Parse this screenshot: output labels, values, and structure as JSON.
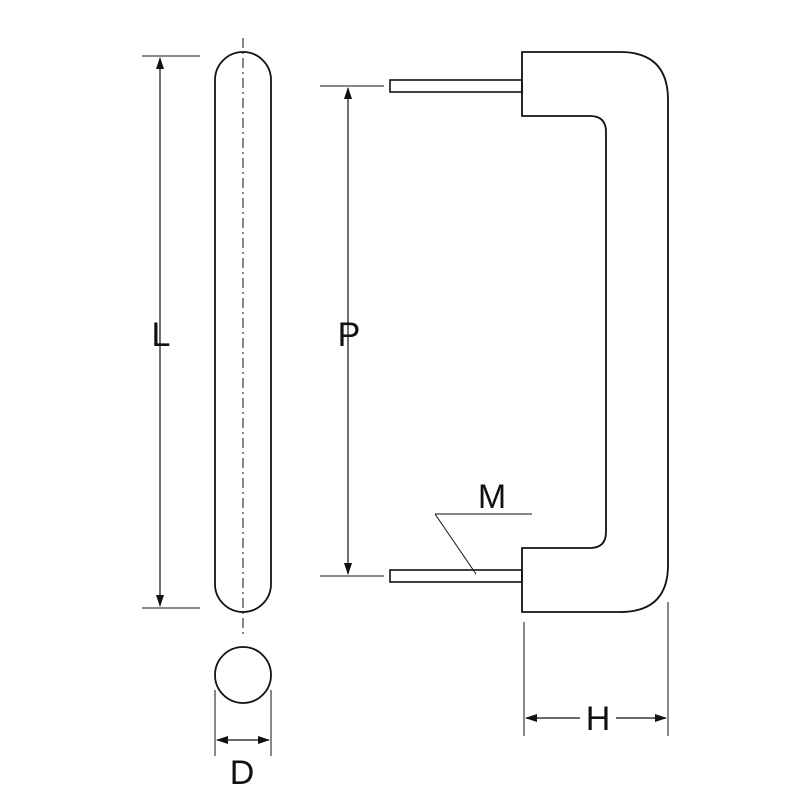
{
  "labels": {
    "length": "L",
    "pitch": "P",
    "thread": "M",
    "height": "H",
    "diameter": "D"
  },
  "colors": {
    "stroke": "#111111",
    "background": "#ffffff"
  }
}
